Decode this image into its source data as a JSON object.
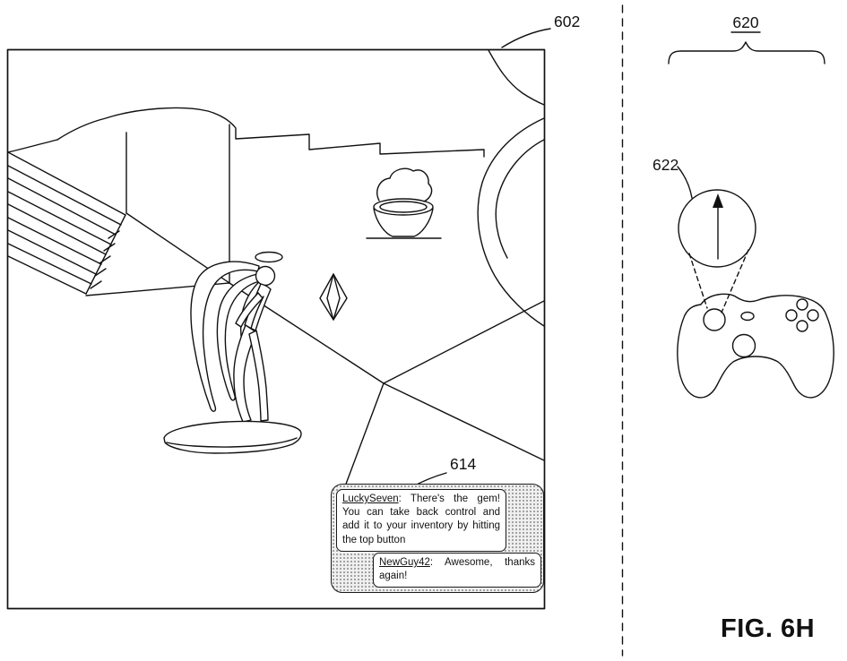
{
  "figure": {
    "label": "FIG. 6H",
    "refs": {
      "screen": "602",
      "chat": "614",
      "controller_group": "620",
      "button": "622"
    }
  },
  "chat": {
    "separator": ":",
    "messages": [
      {
        "user": "LuckySeven",
        "text": "There's the gem! You can take back control and add it to your inventory by hitting the top button"
      },
      {
        "user": "NewGuy42",
        "text": "Awesome, thanks again!"
      }
    ]
  },
  "colors": {
    "line": "#111111",
    "background": "#ffffff"
  }
}
